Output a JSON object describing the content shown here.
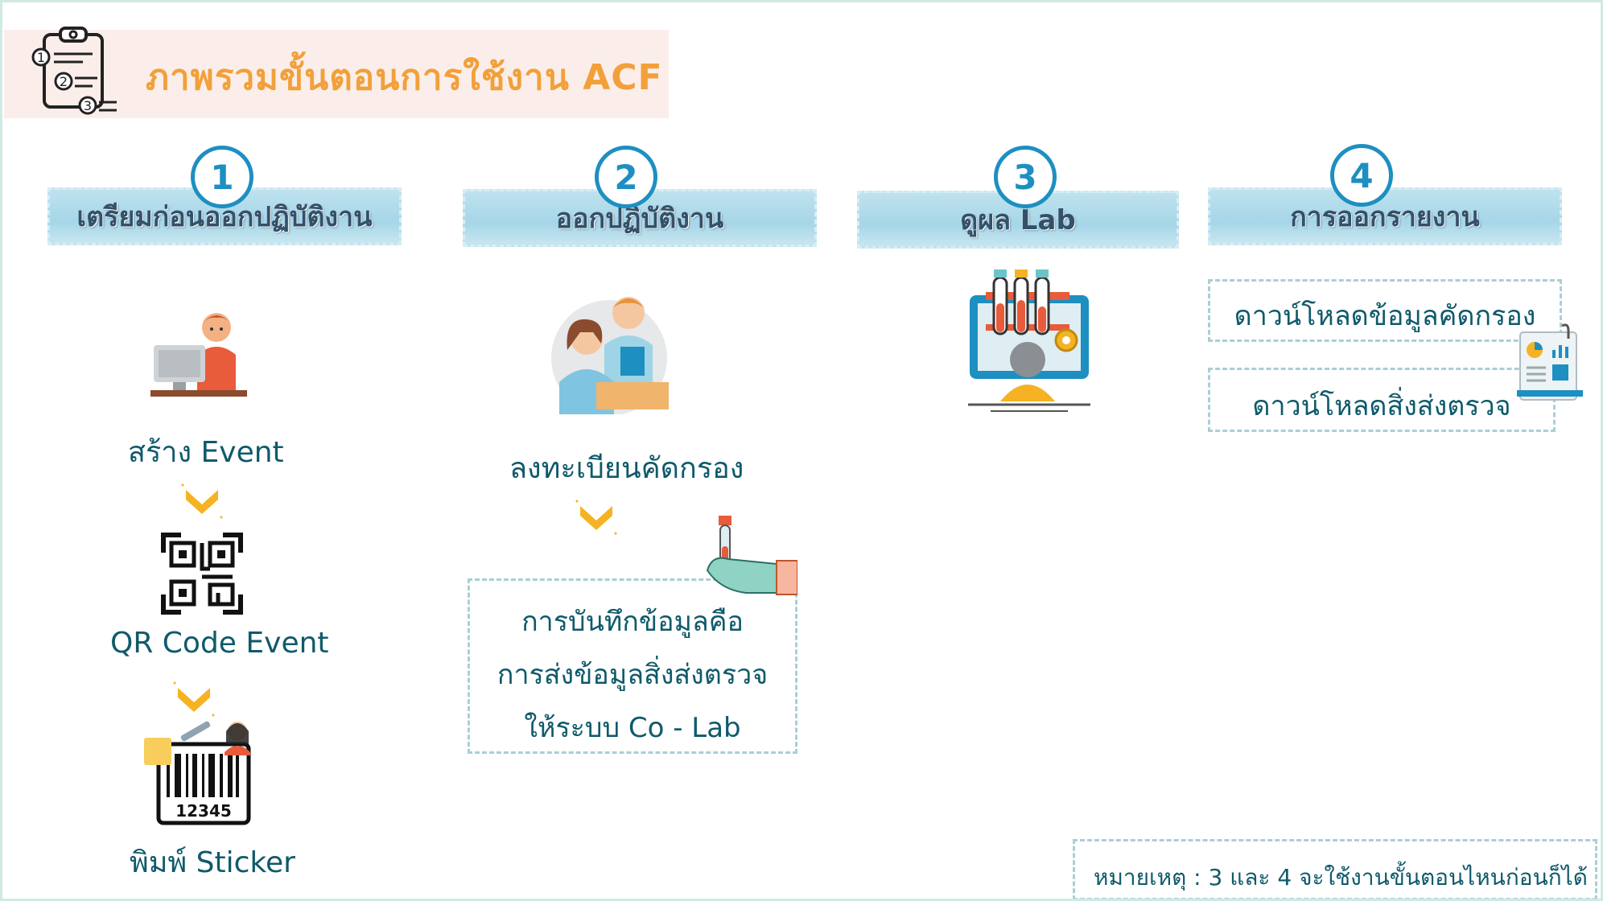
{
  "title": "ภาพรวมขั้นตอนการใช้งาน ACF",
  "steps": [
    {
      "number": "1",
      "label": "เตรียมก่อนออกปฏิบัติงาน"
    },
    {
      "number": "2",
      "label": "ออกปฏิบัติงาน"
    },
    {
      "number": "3",
      "label": "ดูผล Lab"
    },
    {
      "number": "4",
      "label": "การออกรายงาน"
    }
  ],
  "step1": {
    "create_event": "สร้าง Event",
    "qr_code_event": "QR Code Event",
    "print_sticker": "พิมพ์ Sticker",
    "barcode_digits": "12345"
  },
  "step2": {
    "register_screening": "ลงทะเบียนคัดกรอง",
    "record_lines": [
      "การบันทึกข้อมูลคือ",
      "การส่งข้อมูลสิ่งส่งตรวจ",
      "ให้ระบบ Co - Lab"
    ]
  },
  "step4": {
    "download_screening": "ดาวน์โหลดข้อมูลคัดกรอง",
    "download_specimen": "ดาวน์โหลดสิ่งส่งตรวจ"
  },
  "note": "หมายเหตุ : 3 และ 4 จะใช้งานขั้นตอนไหนก่อนก็ได้",
  "colors": {
    "title": "#f2a03a",
    "step_circle": "#1e8fc1",
    "step_bar": "#a6d6e8",
    "body_text": "#0f5a6b",
    "chevron": "#f5b323"
  }
}
